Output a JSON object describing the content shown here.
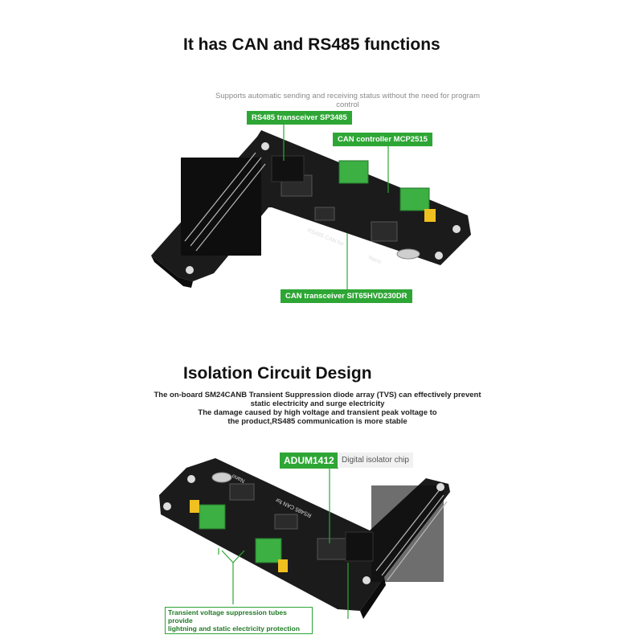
{
  "section1": {
    "title": "It has CAN and RS485 functions",
    "subtitle_line1": "Supports automatic sending and receiving status without the need for program",
    "subtitle_line2": "control",
    "label_rs485": "RS485 transceiver SP3485",
    "label_can_controller": "CAN controller MCP2515",
    "label_can_transceiver": "CAN transceiver SIT65HVD230DR",
    "board_silk_1": "RS485 CAN for",
    "board_silk_2": "Nano"
  },
  "section2": {
    "title": "Isolation Circuit Design",
    "desc_line1": "The on-board SM24CANB Transient Suppression diode array (TVS) can effectively prevent",
    "desc_line2": "static electricity and surge electricity",
    "desc_line3": "The damage caused by high voltage and transient peak voltage to",
    "desc_line4": "the product,RS485 communication is more stable",
    "label_chip": "ADUM1412",
    "label_chip_desc": "Digital isolator chip",
    "label_tvs_line1": "Transient voltage suppression tubes provide",
    "label_tvs_line2": "lightning and static electricity protection",
    "board_silk_1": "RS485 CAN for",
    "board_silk_2": "Nano"
  },
  "colors": {
    "accent": "#2ea635",
    "pcb": "#1b1b1b",
    "terminal": "#3cb043",
    "jumper": "#f0c020"
  }
}
